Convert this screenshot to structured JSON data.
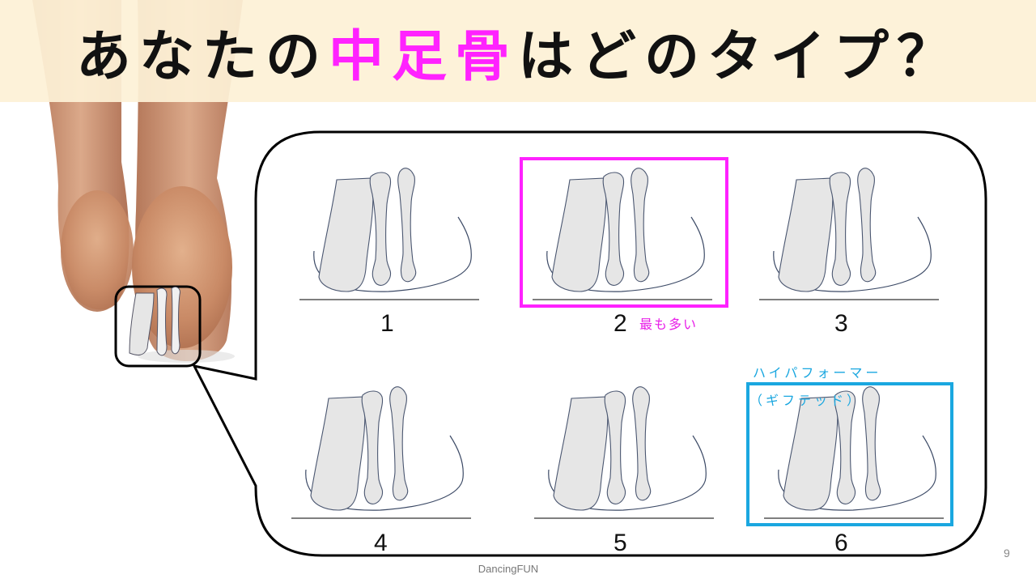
{
  "title": {
    "before": "あなたの",
    "highlight": "中足骨",
    "after": "はどのタイプ？"
  },
  "types": [
    {
      "label": "1"
    },
    {
      "label": "2",
      "note": "最も多い"
    },
    {
      "label": "3"
    },
    {
      "label": "4"
    },
    {
      "label": "5"
    },
    {
      "label": "6",
      "note_line1": "ハイパフォーマー",
      "note_line2": "（ギフテッド）"
    }
  ],
  "footer": "DancingFUN",
  "page_number": "9",
  "colors": {
    "highlight_pink": "#ff22ff",
    "note_blue": "#1aa7e0",
    "title_bg": "#fdf1d6"
  }
}
